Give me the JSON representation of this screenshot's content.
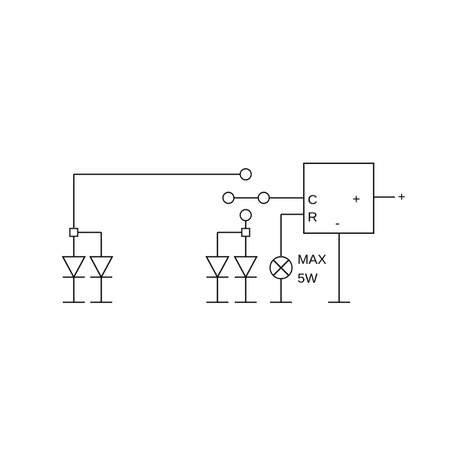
{
  "diagram": {
    "type": "electrical-schematic",
    "stroke_color": "#000000",
    "background": "#ffffff",
    "module": {
      "pin_c": "C",
      "pin_r": "R",
      "plus": "+",
      "minus": "-"
    },
    "output_label": "+",
    "lamp": {
      "label_line1": "MAX",
      "label_line2": "5W"
    },
    "components": {
      "diodes": 4,
      "lamps": 1,
      "terminals": 4,
      "junction_boxes": 2,
      "grounds": 6
    }
  }
}
